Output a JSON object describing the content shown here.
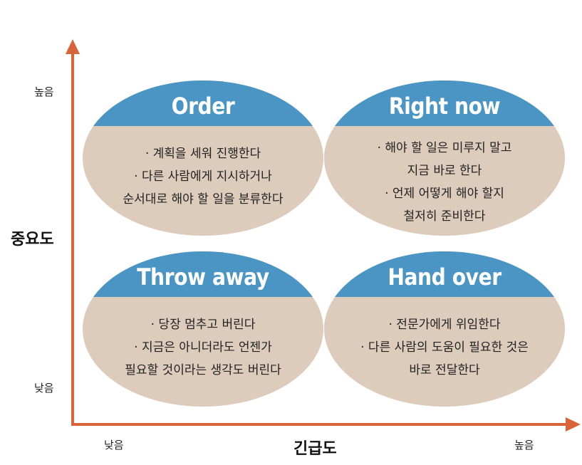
{
  "axes": {
    "y_title": "중요도",
    "y_high": "높음",
    "y_low": "낮음",
    "x_title": "긴급도",
    "x_low": "낮음",
    "x_high": "높음",
    "axis_color": "#d9643a"
  },
  "colors": {
    "cap": "#4a95c4",
    "body": "#ddcbbb",
    "title_text": "#ffffff"
  },
  "quadrants": [
    {
      "id": "order",
      "title": "Order",
      "lines": [
        "· 계획을 세워 진행한다",
        "· 다른 사람에게 지시하거나",
        "순서대로 해야 할 일을 분류한다"
      ]
    },
    {
      "id": "right-now",
      "title": "Right now",
      "lines": [
        "· 해야 할 일은 미루지 말고",
        "지금 바로 한다",
        "· 언제 어떻게 해야 할지",
        "철저히 준비한다"
      ]
    },
    {
      "id": "throw-away",
      "title": "Throw away",
      "lines": [
        "· 당장 멈추고 버린다",
        "· 지금은 아니더라도 언젠가",
        "필요할 것이라는 생각도 버린다"
      ]
    },
    {
      "id": "hand-over",
      "title": "Hand over",
      "lines": [
        "· 전문가에게 위임한다",
        "· 다른 사람의 도움이 필요한 것은",
        "바로 전달한다"
      ]
    }
  ]
}
